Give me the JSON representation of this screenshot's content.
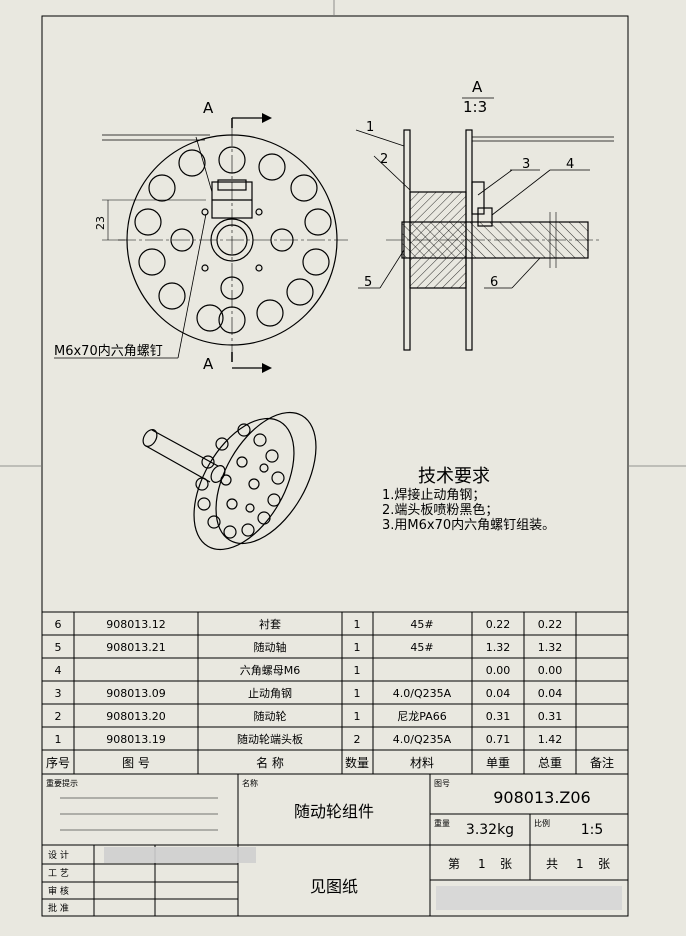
{
  "drawing": {
    "section_label_top": "A",
    "section_label_bottom": "A",
    "dim_23": "23",
    "bolt_callout": "M6x70内六角螺钉",
    "view_label": "A",
    "view_scale": "1:3",
    "balloons": [
      "1",
      "2",
      "3",
      "4",
      "5",
      "6"
    ]
  },
  "requirements": {
    "title": "技术要求",
    "items": [
      "1.焊接止动角钢；",
      "2.端头板喷粉黑色；",
      "3.用M6x70内六角螺钉组装。"
    ]
  },
  "bom": {
    "rows": [
      {
        "seq": "6",
        "code": "908013.12",
        "name": "衬套",
        "qty": "1",
        "material": "45#",
        "unit": "0.22",
        "total": "0.22",
        "note": ""
      },
      {
        "seq": "5",
        "code": "908013.21",
        "name": "随动轴",
        "qty": "1",
        "material": "45#",
        "unit": "1.32",
        "total": "1.32",
        "note": ""
      },
      {
        "seq": "4",
        "code": "",
        "name": "六角螺母M6",
        "qty": "1",
        "material": "",
        "unit": "0.00",
        "total": "0.00",
        "note": ""
      },
      {
        "seq": "3",
        "code": "908013.09",
        "name": "止动角钢",
        "qty": "1",
        "material": "4.0/Q235A",
        "unit": "0.04",
        "total": "0.04",
        "note": ""
      },
      {
        "seq": "2",
        "code": "908013.20",
        "name": "随动轮",
        "qty": "1",
        "material": "尼龙PA66",
        "unit": "0.31",
        "total": "0.31",
        "note": ""
      },
      {
        "seq": "1",
        "code": "908013.19",
        "name": "随动轮端头板",
        "qty": "2",
        "material": "4.0/Q235A",
        "unit": "0.71",
        "total": "1.42",
        "note": ""
      }
    ],
    "header": {
      "seq": "序号",
      "code": "图  号",
      "name": "名  称",
      "qty": "数量",
      "material": "材料",
      "unit": "单重",
      "total": "总重",
      "note": "备注"
    }
  },
  "title_block": {
    "notice_label": "重要提示",
    "name_label": "名称",
    "name_value": "随动轮组件",
    "drawing_no_label": "图号",
    "drawing_no_value": "908013.Z06",
    "weight_label": "重量",
    "weight_value": "3.32kg",
    "scale_label": "比例",
    "scale_value": "1:5",
    "sheet_prefix": "第",
    "sheet_no": "1",
    "sheet_unit": "张",
    "total_prefix": "共",
    "total_no": "1",
    "total_unit": "张",
    "roles": [
      "设  计",
      "工  艺",
      "审  核",
      "批  准"
    ],
    "material_note": "见图纸"
  }
}
